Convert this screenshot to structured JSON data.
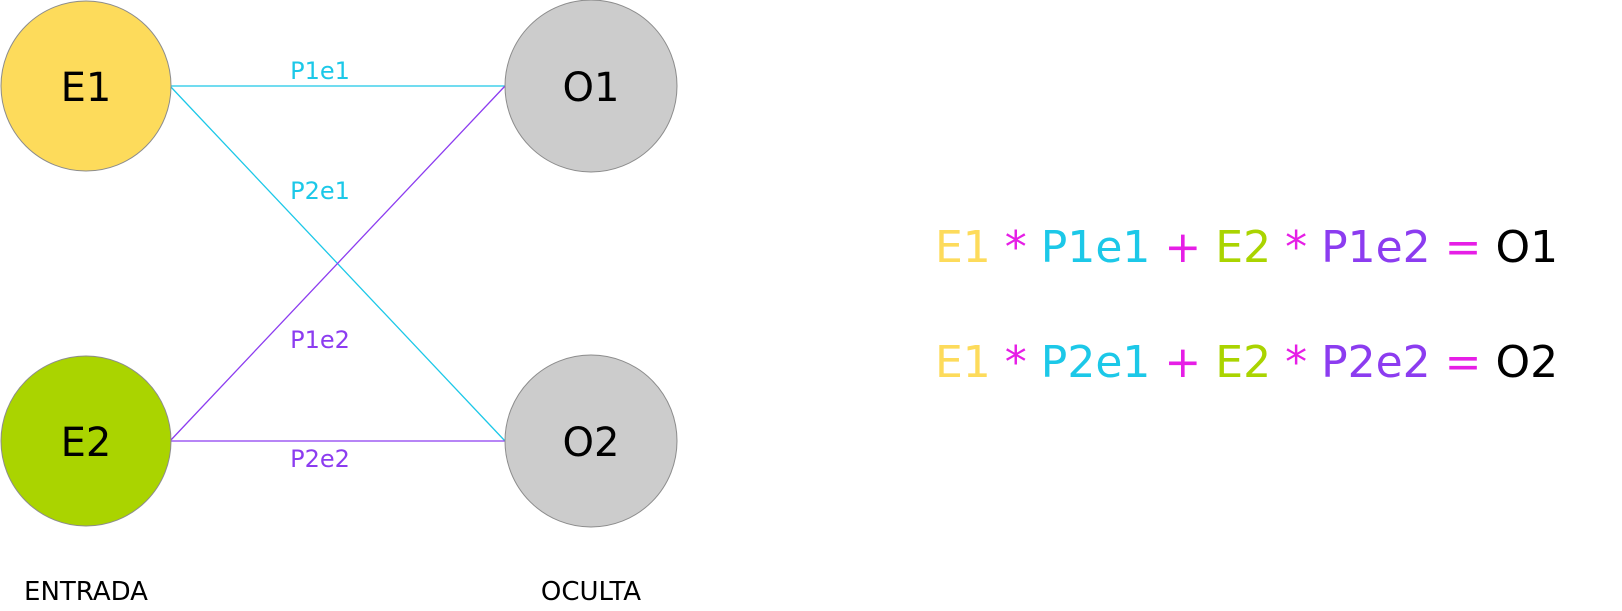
{
  "colors": {
    "input1": "#FDDB5B",
    "input2": "#AAD400",
    "hidden": "#CCCCCC",
    "edge_e1": "#1CC8E8",
    "edge_e2": "#8C3CF0",
    "operator": "#E61EE6",
    "result": "#000000"
  },
  "nodes": {
    "e1": "E1",
    "e2": "E2",
    "o1": "O1",
    "o2": "O2"
  },
  "edges": {
    "p1e1": "P1e1",
    "p2e1": "P2e1",
    "p1e2": "P1e2",
    "p2e2": "P2e2"
  },
  "layers": {
    "input": "ENTRADA",
    "hidden": "OCULTA"
  },
  "equations": [
    {
      "a": "E1",
      "op1": "*",
      "w1": "P1e1",
      "op2": "+",
      "b": "E2",
      "op3": "*",
      "w2": "P1e2",
      "eq": "=",
      "result": "O1"
    },
    {
      "a": "E1",
      "op1": "*",
      "w1": "P2e1",
      "op2": "+",
      "b": "E2",
      "op3": "*",
      "w2": "P2e2",
      "eq": "=",
      "result": "O2"
    }
  ]
}
